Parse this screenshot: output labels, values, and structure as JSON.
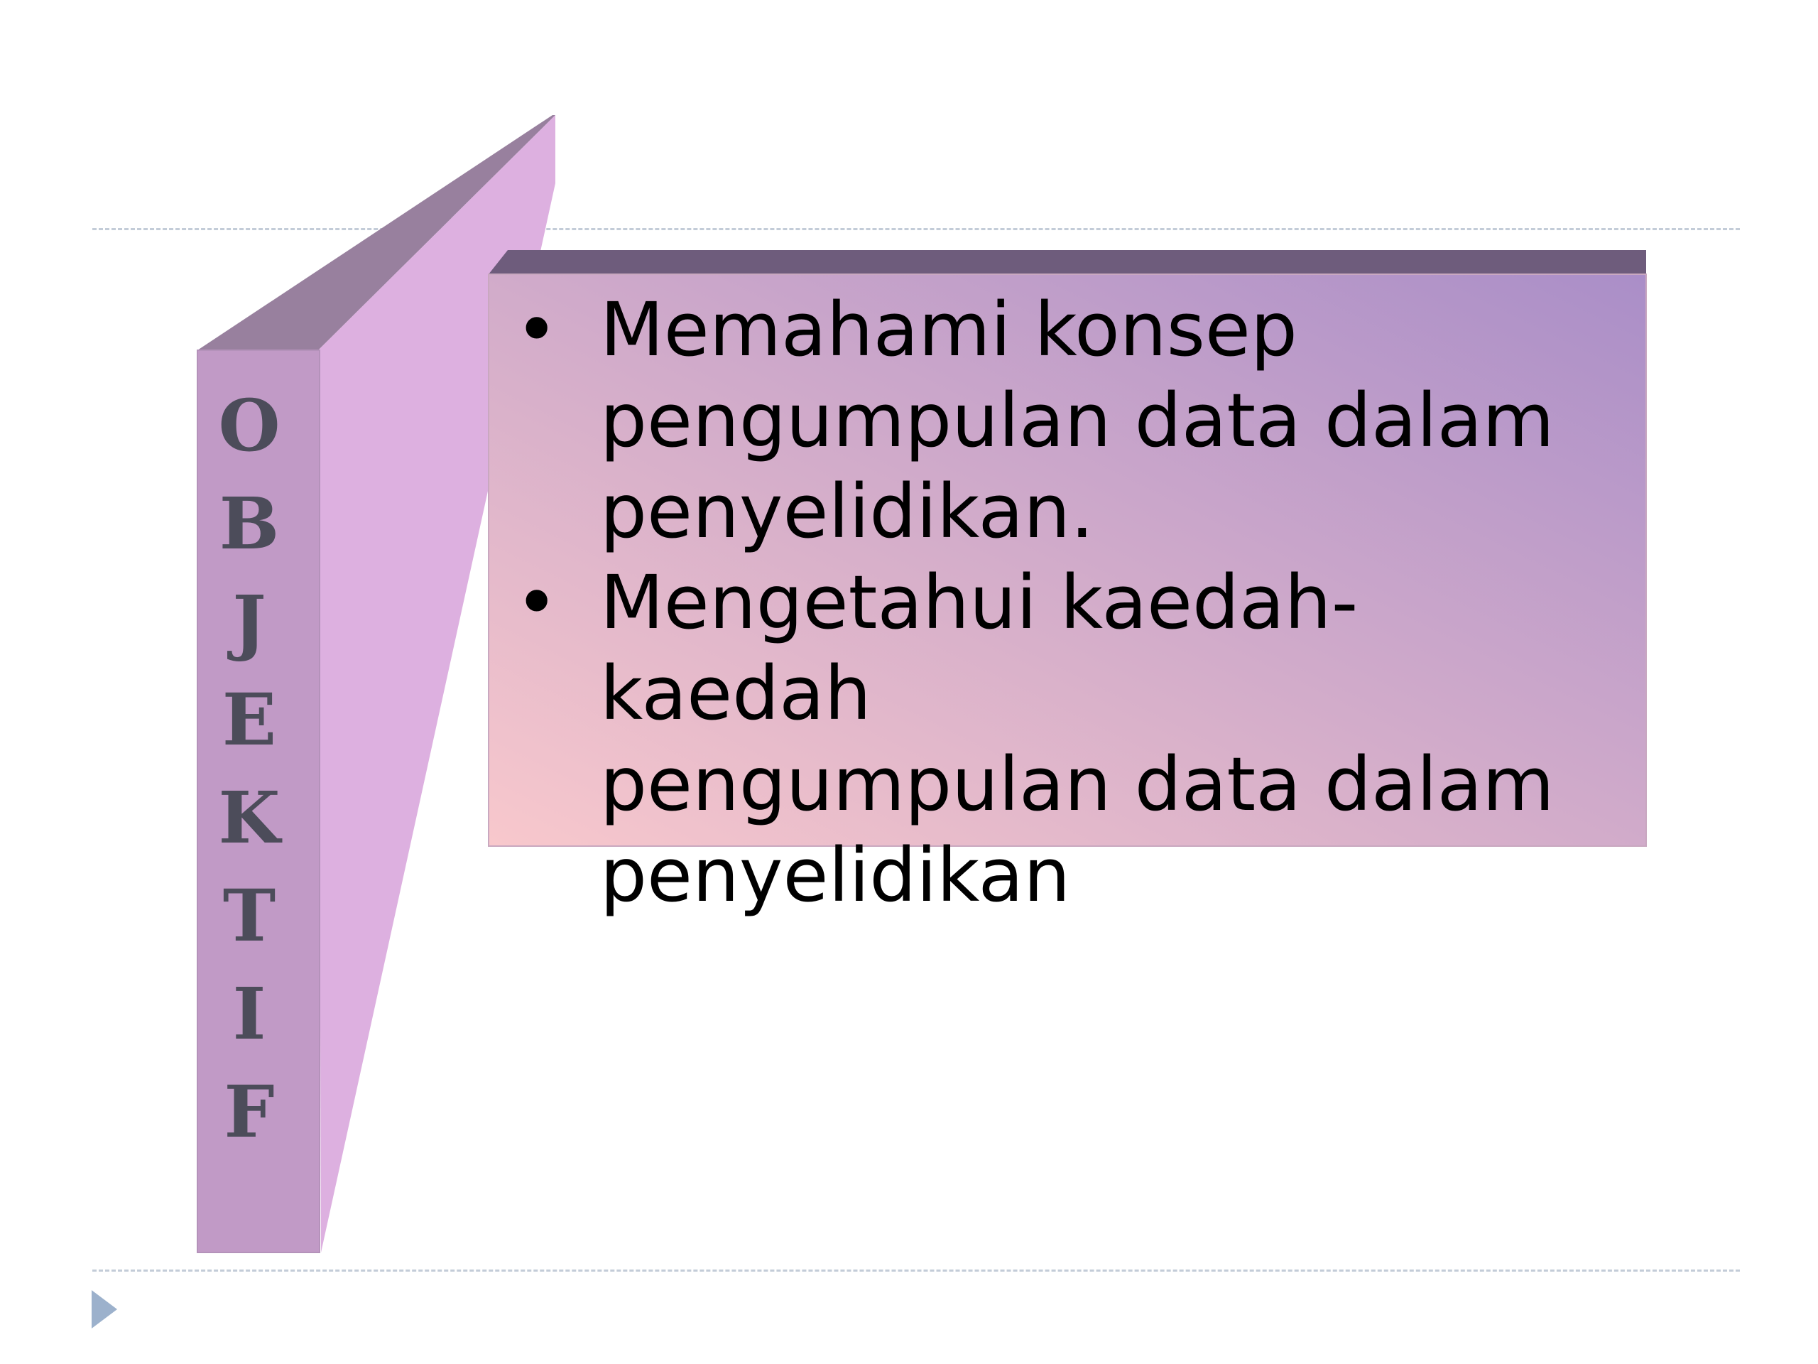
{
  "slide": {
    "vertical_heading": [
      "O",
      "B",
      "J",
      "E",
      "K",
      "T",
      "I",
      "F"
    ],
    "bullet_glyph": "•",
    "items": [
      {
        "text": "Memahami konsep\npengumpulan data dalam\npenyelidikan."
      },
      {
        "text": "Mengetahui kaedah-kaedah\npengumpulan data dalam\npenyelidikan"
      }
    ]
  },
  "colors": {
    "banner_front": "#c19ac6",
    "banner_top": "#98809e",
    "banner_flap": "#ddb0e0",
    "box_gradient_start": "#f8c8cc",
    "box_gradient_end": "#aa8ec8",
    "box_top": "#6e5c7c",
    "heading_text": "#4c4c5a",
    "guide_lines": "#c3ccd8",
    "nav_arrow": "#9cb1cc"
  },
  "icons": {
    "nav_arrow": "play-triangle-icon"
  }
}
